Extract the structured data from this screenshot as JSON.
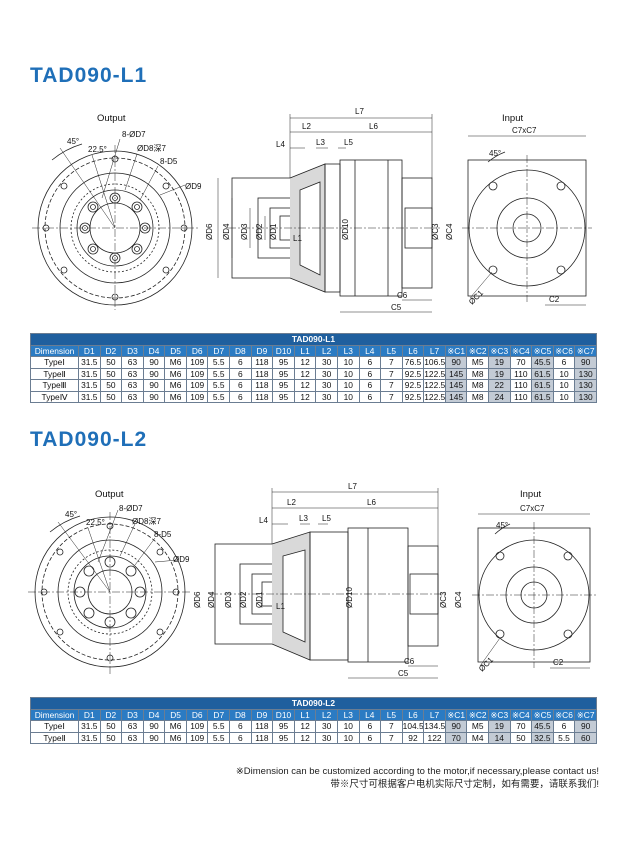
{
  "sections": [
    {
      "title": "TAD090-L1",
      "output_label": "Output",
      "input_label": "Input",
      "table_title": "TAD090-L1",
      "rows": [
        {
          "name": "TypeⅠ",
          "cells": [
            "31.5",
            "50",
            "63",
            "90",
            "M6",
            "109",
            "5.5",
            "6",
            "118",
            "95",
            "12",
            "30",
            "10",
            "6",
            "7",
            "76.5",
            "106.5",
            "90",
            "M5",
            "19",
            "70",
            "45.5",
            "6",
            "90"
          ]
        },
        {
          "name": "TypeⅡ",
          "cells": [
            "31.5",
            "50",
            "63",
            "90",
            "M6",
            "109",
            "5.5",
            "6",
            "118",
            "95",
            "12",
            "30",
            "10",
            "6",
            "7",
            "92.5",
            "122.5",
            "145",
            "M8",
            "19",
            "110",
            "61.5",
            "10",
            "130"
          ]
        },
        {
          "name": "TypeⅢ",
          "cells": [
            "31.5",
            "50",
            "63",
            "90",
            "M6",
            "109",
            "5.5",
            "6",
            "118",
            "95",
            "12",
            "30",
            "10",
            "6",
            "7",
            "92.5",
            "122.5",
            "145",
            "M8",
            "22",
            "110",
            "61.5",
            "10",
            "130"
          ]
        },
        {
          "name": "TypeⅣ",
          "cells": [
            "31.5",
            "50",
            "63",
            "90",
            "M6",
            "109",
            "5.5",
            "6",
            "118",
            "95",
            "12",
            "30",
            "10",
            "6",
            "7",
            "92.5",
            "122.5",
            "145",
            "M8",
            "24",
            "110",
            "61.5",
            "10",
            "130"
          ]
        }
      ]
    },
    {
      "title": "TAD090-L2",
      "output_label": "Output",
      "input_label": "Input",
      "table_title": "TAD090-L2",
      "rows": [
        {
          "name": "TypeⅠ",
          "cells": [
            "31.5",
            "50",
            "63",
            "90",
            "M6",
            "109",
            "5.5",
            "6",
            "118",
            "95",
            "12",
            "30",
            "10",
            "6",
            "7",
            "104.5",
            "134.5",
            "90",
            "M5",
            "19",
            "70",
            "45.5",
            "6",
            "90"
          ]
        },
        {
          "name": "TypeⅡ",
          "cells": [
            "31.5",
            "50",
            "63",
            "90",
            "M6",
            "109",
            "5.5",
            "6",
            "118",
            "95",
            "12",
            "30",
            "10",
            "6",
            "7",
            "92",
            "122",
            "70",
            "M4",
            "14",
            "50",
            "32.5",
            "5.5",
            "60"
          ]
        }
      ]
    }
  ],
  "columns": [
    "Dimension",
    "D1",
    "D2",
    "D3",
    "D4",
    "D5",
    "D6",
    "D7",
    "D8",
    "D9",
    "D10",
    "L1",
    "L2",
    "L3",
    "L4",
    "L5",
    "L6",
    "L7",
    "※C1",
    "※C2",
    "※C3",
    "※C4",
    "※C5",
    "※C6",
    "※C7"
  ],
  "drawing_labels": {
    "angle45": "45°",
    "angle22": "22.5°",
    "d7": "8-ØD7",
    "d8": "ØD8深7",
    "d5": "8-D5",
    "d9": "ØD9",
    "d6": "ØD6",
    "d4": "ØD4",
    "d3": "ØD3",
    "d2": "ØD2",
    "d1": "ØD1",
    "l1": "L1",
    "l2": "L2",
    "l3": "L3",
    "l4": "L4",
    "l5": "L5",
    "l6": "L6",
    "l7": "L7",
    "d10": "ØD10",
    "c3": "ØC3",
    "c4": "ØC4",
    "c5": "C5",
    "c6": "C6",
    "c7": "C7xC7",
    "c1": "ØC1",
    "c2": "C2"
  },
  "footnote": {
    "en": "※Dimension can be customized according to the motor,if necessary,please contact us!",
    "cn": "带※尺寸可根据客户电机实际尺寸定制，如有需要，请联系我们!"
  },
  "colors": {
    "title": "#1f6fb8",
    "table_header": "#2b7bc3",
    "table_title": "#1f5f9e",
    "shade": "#c3cbd5"
  }
}
